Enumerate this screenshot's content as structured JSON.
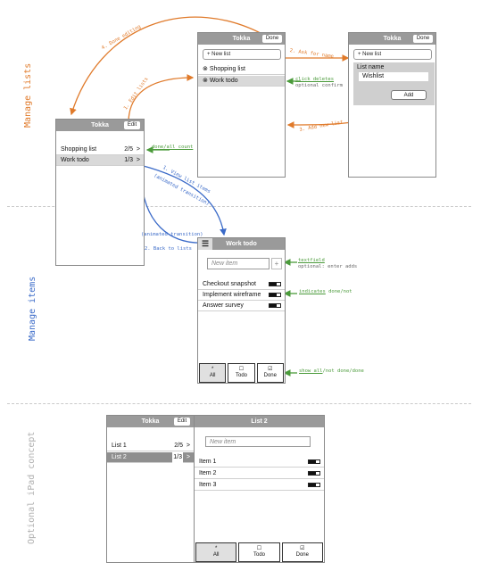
{
  "sections": {
    "manage_lists": "Manage lists",
    "manage_items": "Manage items",
    "ipad": "Optional iPad concept"
  },
  "colors": {
    "lists": "#e07a2a",
    "items": "#3a6ac8",
    "ipad": "#b0b0b0",
    "green": "#4a9a3a"
  },
  "screen_main": {
    "title": "Tokka",
    "edit": "Edit",
    "rows": [
      {
        "label": "Shopping list",
        "count": "2/5",
        "chev": ">"
      },
      {
        "label": "Work todo",
        "count": "1/3",
        "chev": ">"
      }
    ]
  },
  "screen_edit": {
    "title": "Tokka",
    "done": "Done",
    "new_list": "+ New list",
    "rows": [
      {
        "icon": "⊗",
        "label": "Shopping list"
      },
      {
        "icon": "⊗",
        "label": "Work todo"
      }
    ]
  },
  "screen_add": {
    "title": "Tokka",
    "done": "Done",
    "new_list": "+ New list",
    "popup_label": "List name",
    "popup_value": "Wishlist",
    "add": "Add"
  },
  "screen_items": {
    "title": "Work todo",
    "menu_icon": "☰",
    "new_item_placeholder": "New item",
    "plus": "+",
    "items": [
      "Checkout snapshot",
      "Implement wireframe",
      "Answer survey"
    ],
    "tabs": [
      {
        "icon": "*",
        "label": "All"
      },
      {
        "icon": "☐",
        "label": "Todo"
      },
      {
        "icon": "☑",
        "label": "Done"
      }
    ]
  },
  "ipad": {
    "left_title": "Tokka",
    "left_edit": "Edit",
    "lists": [
      {
        "label": "List 1",
        "count": "2/5",
        "chev": ">"
      },
      {
        "label": "List 2",
        "count": "1/3",
        "chev": ">"
      }
    ],
    "right_title": "List 2",
    "new_item_placeholder": "New item",
    "items": [
      "Item 1",
      "Item 2",
      "Item 3"
    ],
    "tabs": [
      {
        "icon": "*",
        "label": "All"
      },
      {
        "icon": "☐",
        "label": "Todo"
      },
      {
        "icon": "☑",
        "label": "Done"
      }
    ]
  },
  "notes": {
    "done_editing": "4. Done editing",
    "edit_lists": "1. Edit lists",
    "ask_name": "2. Ask for name",
    "click_deletes": "click deletes",
    "optional_confirm": "optional confirm",
    "add_new_list": "3. Add new list",
    "done_all_count": "done/all count",
    "view_items_1": "1. View list items",
    "view_items_2": "(animated transition)",
    "anim_back_1": "(animated transition)",
    "anim_back_2": "2. Back to lists",
    "textfield": "textfield",
    "textfield_opt": "optional: enter adds",
    "indicates": "indicates",
    "indicates_rest": " done/not",
    "show_all": "show all",
    "show_rest": "/not done/done"
  }
}
